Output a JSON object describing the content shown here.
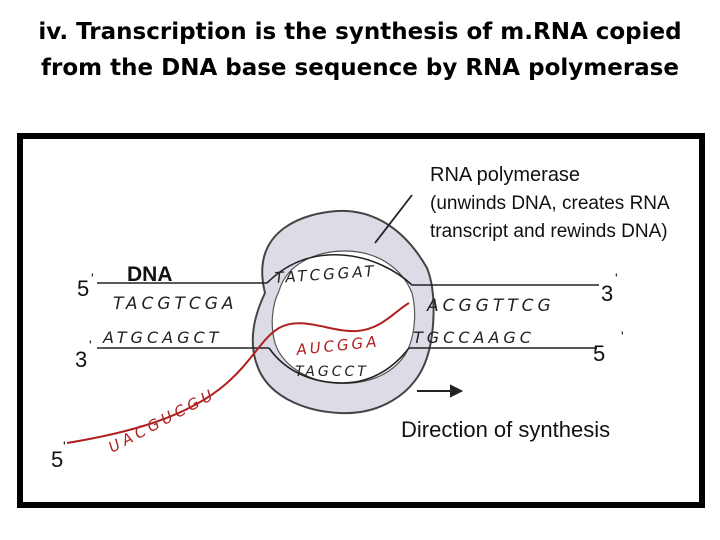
{
  "slide": {
    "title_line1": "iv.  Transcription is the synthesis of m.RNA copied",
    "title_line2": "from the DNA base sequence by RNA polymerase"
  },
  "diagram": {
    "dna_label": "DNA",
    "rnap_line1": "RNA polymerase",
    "rnap_line2": "(unwinds DNA, creates RNA",
    "rnap_line3": "transcript and rewinds DNA)",
    "direction_label": "Direction of synthesis",
    "five_prime": "5",
    "three_prime": "3",
    "prime_mark": "'",
    "top_strand_left": "TACGTCGA",
    "top_strand_right": "ACGGTTCG",
    "bottom_strand_left": "ATGCAGCT",
    "bottom_strand_right": "TGCCAAGC",
    "bubble_top_bases": "TATCGGAT",
    "bubble_bottom_bases": "TAGCCT",
    "rna_bases_in_bubble": "AUCGGA",
    "rna_tail_bases": "UACGUCGU",
    "colors": {
      "frame": "#000000",
      "dna": "#222222",
      "rna": "#b02020",
      "polymerase_fill": "#dcdce6",
      "polymerase_stroke": "#444444"
    }
  }
}
